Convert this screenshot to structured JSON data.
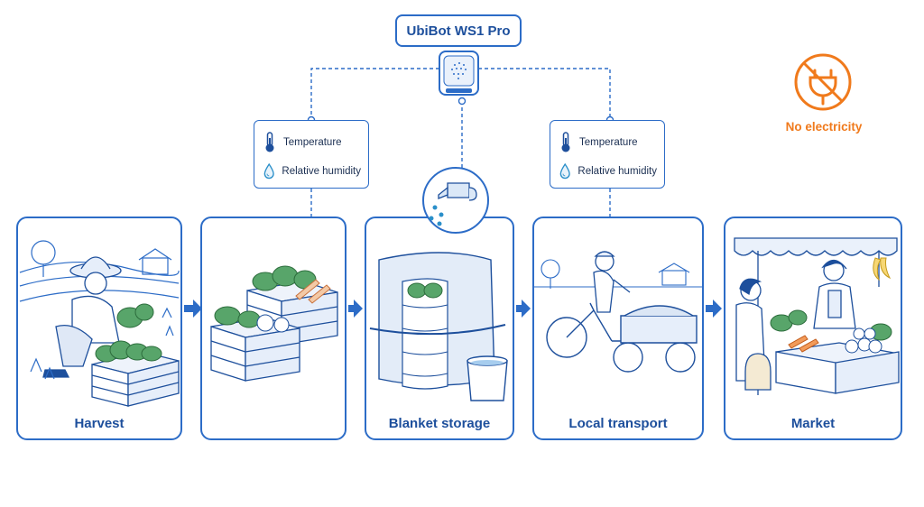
{
  "device": {
    "name": "UbiBot WS1 Pro"
  },
  "sensors": [
    {
      "items": [
        {
          "icon": "thermometer-icon",
          "label": "Temperature"
        },
        {
          "icon": "droplet-icon",
          "label": "Relative humidity"
        }
      ]
    },
    {
      "items": [
        {
          "icon": "thermometer-icon",
          "label": "Temperature"
        },
        {
          "icon": "droplet-icon",
          "label": "Relative humidity"
        }
      ]
    }
  ],
  "stages": [
    {
      "label": "Harvest"
    },
    {
      "label": ""
    },
    {
      "label": "Blanket storage"
    },
    {
      "label": "Local transport"
    },
    {
      "label": "Market"
    }
  ],
  "notice": {
    "label": "No electricity",
    "icon": "no-plug-icon"
  },
  "colors": {
    "primary": "#2c6cc7",
    "text": "#1d4f9c",
    "accent": "#f07a1c",
    "leaf": "#58a56a"
  }
}
